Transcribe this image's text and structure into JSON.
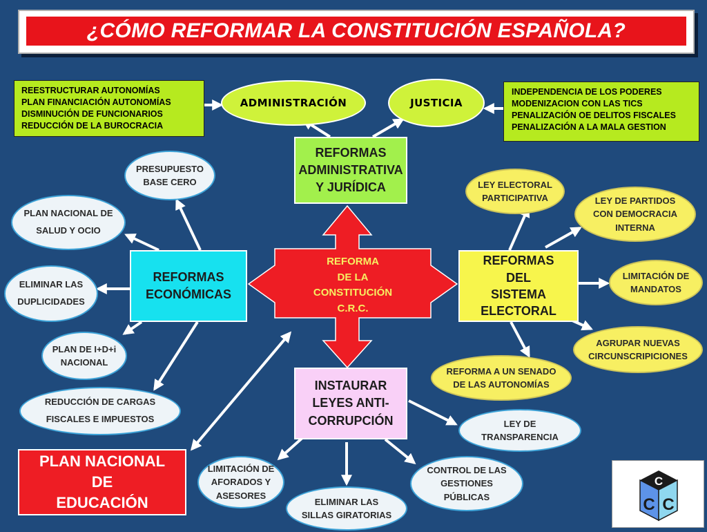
{
  "title": "¿CÓMO  REFORMAR LA CONSTITUCIÓN  ESPAÑOLA?",
  "center": "REFORMA\nDE LA\nCONSTITUCIÓN\nC.R.C.",
  "top_left_list": [
    "REESTRUCTURAR AUTONOMÍAS",
    "PLAN  FINANCIACIÓN  AUTONOMÍAS",
    "DISMINUCIÓN DE FUNCIONARIOS",
    "REDUCCIÓN DE LA BUROCRACIA"
  ],
  "top_right_list": [
    "INDEPENDENCIA  DE LOS PODERES",
    "MODENIZACION CON LAS TICS",
    "PENALIZACIÓN OE DELITOS FISCALES",
    "PENALIZACIÓN A LA MALA GESTION"
  ],
  "administracion": "ADMINISTRACIÓN",
  "justicia": "JUSTICIA",
  "reformas_admin": "REFORMAS\nADMINISTRATIVA\nY JURÍDICA",
  "reformas_eco": "REFORMAS\nECONÓMICAS",
  "reformas_electoral": "REFORMAS\nDEL\nSISTEMA\nELECTORAL",
  "anticorrupcion": "INSTAURAR\nLEYES ANTI-\nCORRUPCIÓN",
  "plan_educacion": "PLAN  NACIONAL\nDE\nEDUCACIÓN",
  "presupuesto": "PRESUPUESTO\nBASE CERO",
  "salud": "PLAN NACIONAL DE\nSALUD Y OCIO",
  "duplicidades": "ELIMINAR LAS\nDUPLICIDADES",
  "idi": "PLAN DE I+D+i\nNACIONAL",
  "cargas": "REDUCCIÓN DE CARGAS\nFISCALES E IMPUESTOS",
  "ley_electoral": "LEY ELECTORAL\nPARTICIPATIVA",
  "ley_partidos": "LEY DE PARTIDOS\nCON DEMOCRACIA\nINTERNA",
  "limitacion_mandatos": "LIMITACIÓN DE\nMANDATOS",
  "circunscripciones": "AGRUPAR NUEVAS\nCIRCUNSCRIPICIONES",
  "senado": "REFORMA  A UN SENADO\nDE LAS AUTONOMÍAS",
  "transparencia": "LEY DE\nTRANSPARENCIA",
  "aforados": "LIMITACIÓN DE\nAFORADOS  Y\nASESORES",
  "sillas": "ELIMINAR LAS\nSILLAS GIRATORIAS",
  "gestiones": "CONTROL DE LAS\nGESTIONES\nPÚBLICAS",
  "logo_letters": [
    "C",
    "C",
    "C"
  ],
  "colors": {
    "background": "#1f4a7c",
    "title_red": "#e8141b",
    "arrow_red": "#ee1d24",
    "center_text": "#f7ef62",
    "lime": "#b6ea1f"
  }
}
